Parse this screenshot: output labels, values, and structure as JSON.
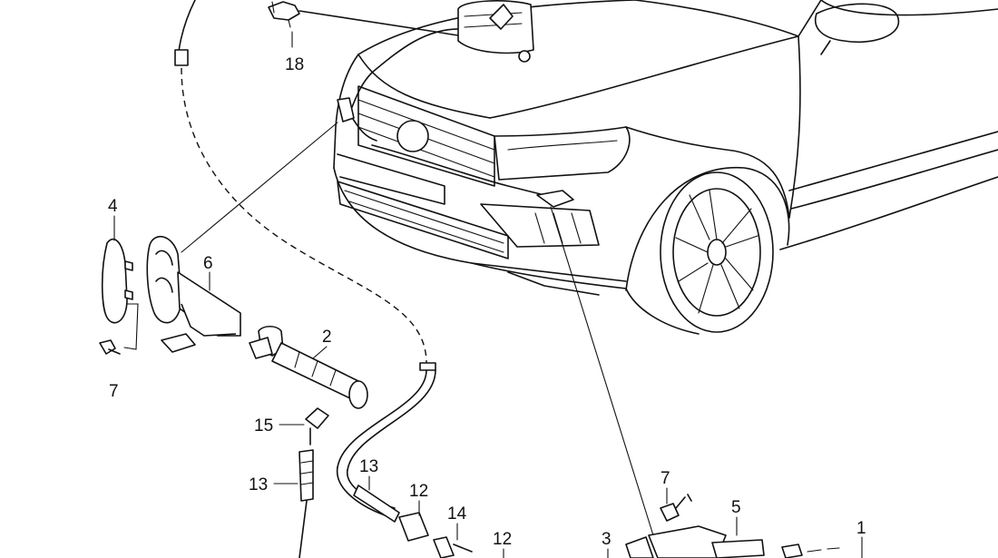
{
  "diagram": {
    "callouts": [
      {
        "id": "c18",
        "text": "18"
      },
      {
        "id": "c4",
        "text": "4"
      },
      {
        "id": "c6",
        "text": "6"
      },
      {
        "id": "c7a",
        "text": "7"
      },
      {
        "id": "c2",
        "text": "2"
      },
      {
        "id": "c15",
        "text": "15"
      },
      {
        "id": "c13a",
        "text": "13"
      },
      {
        "id": "c13b",
        "text": "13"
      },
      {
        "id": "c12a",
        "text": "12"
      },
      {
        "id": "c14",
        "text": "14"
      },
      {
        "id": "c12b",
        "text": "12"
      },
      {
        "id": "c3",
        "text": "3"
      },
      {
        "id": "c7b",
        "text": "7"
      },
      {
        "id": "c5",
        "text": "5"
      },
      {
        "id": "c1",
        "text": "1"
      }
    ]
  }
}
